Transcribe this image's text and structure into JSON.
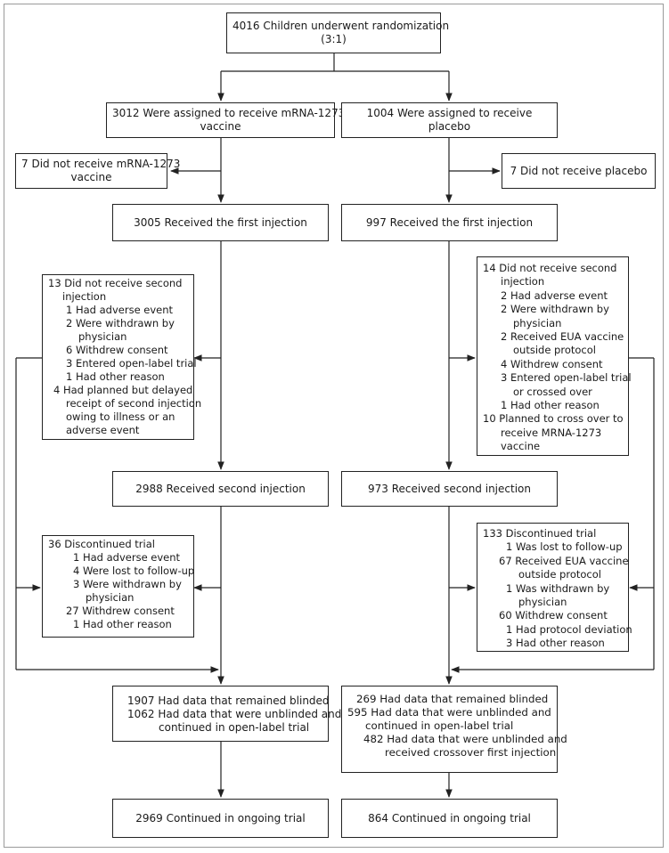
{
  "top": {
    "line1": "4016 Children underwent randomization",
    "line2": "(3:1)"
  },
  "mrna": {
    "assigned": {
      "line1": "3012 Were assigned to receive mRNA-1273",
      "line2": "vaccine"
    },
    "not_received": {
      "line1": "7 Did not receive mRNA-1273",
      "line2": "vaccine"
    },
    "first_injection": "3005 Received the first injection",
    "no_second": [
      "13 Did not receive second",
      "injection",
      "1 Had adverse event",
      "2 Were withdrawn by",
      "physician",
      "6 Withdrew consent",
      "3 Entered open-label trial",
      "1 Had other reason",
      "4 Had planned but delayed",
      "receipt of second injection",
      "owing to illness or an",
      "adverse event"
    ],
    "second_injection": "2988 Received second injection",
    "discontinued": [
      "36 Discontinued trial",
      "1 Had adverse event",
      "4 Were lost to follow-up",
      "3 Were withdrawn by",
      "physician",
      "27 Withdrew consent",
      "1 Had other reason"
    ],
    "blinded": [
      "1907 Had data that remained blinded",
      "1062 Had data that were unblinded and",
      "continued in open-label trial"
    ],
    "continued": "2969 Continued in ongoing trial"
  },
  "placebo": {
    "assigned": {
      "line1": "1004 Were assigned to receive",
      "line2": "placebo"
    },
    "not_received": "7 Did not receive placebo",
    "first_injection": "997 Received the first injection",
    "no_second": [
      "14 Did not receive second",
      "injection",
      "2 Had adverse event",
      "2 Were withdrawn by",
      "physician",
      "2 Received EUA vaccine",
      "outside protocol",
      "4 Withdrew consent",
      "3 Entered open-label trial",
      "or crossed over",
      "1 Had other reason",
      "10 Planned to cross over to",
      "receive MRNA-1273",
      "vaccine"
    ],
    "second_injection": "973 Received second injection",
    "discontinued": [
      "133 Discontinued trial",
      "1 Was lost to follow-up",
      "67 Received EUA vaccine",
      "outside protocol",
      "1 Was withdrawn by",
      "physician",
      "60 Withdrew consent",
      "1 Had protocol deviation",
      "3 Had other reason"
    ],
    "blinded": [
      "269 Had data that remained blinded",
      "595 Had data that were unblinded and",
      "continued in open-label trial",
      "482 Had data that were unblinded and",
      "received crossover first injection"
    ],
    "continued": "864 Continued in ongoing trial"
  }
}
